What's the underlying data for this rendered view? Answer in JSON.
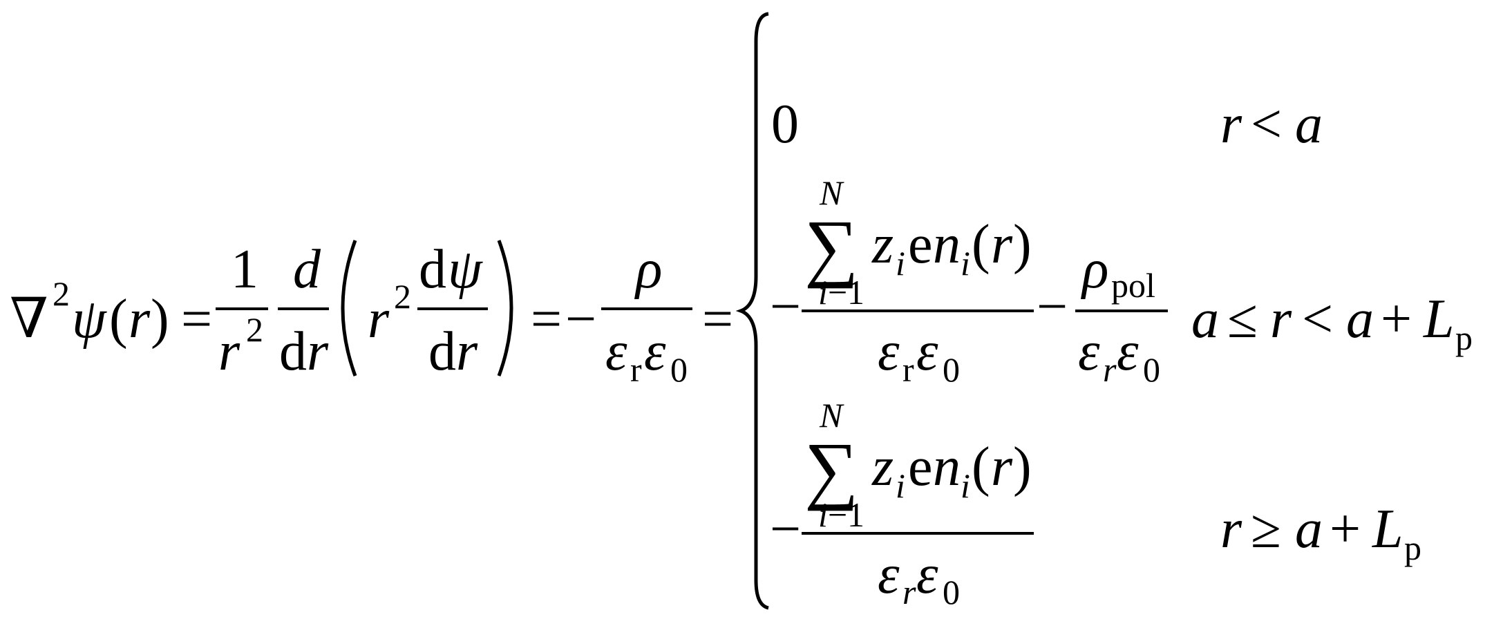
{
  "equation": {
    "lhs": {
      "nabla": "∇",
      "nabla_exp": "2",
      "psi": "ψ",
      "open_paren": "(",
      "var_r": "r",
      "close_paren": ")"
    },
    "equals": "=",
    "frac1": {
      "numerator": "1",
      "denominator_var": "r",
      "denominator_exp": "2"
    },
    "frac2": {
      "numerator": "d",
      "denominator_d": "d",
      "denominator_r": "r"
    },
    "big_open_paren": "(",
    "inner": {
      "r": "r",
      "exp": "2",
      "frac_num_d": "d",
      "frac_num_psi": "ψ",
      "frac_den_d": "d",
      "frac_den_r": "r"
    },
    "big_close_paren": ")",
    "minus": "−",
    "frac_rho": {
      "numerator": "ρ",
      "den_eps1": "ε",
      "den_sub1": "r",
      "den_eps2": "ε",
      "den_sub2": "0"
    },
    "brace": "{",
    "cases": [
      {
        "value": "0",
        "condition": {
          "r": "r",
          "op": "<",
          "a": "a"
        }
      },
      {
        "sum": {
          "upper": "N",
          "symbol": "∑",
          "lower_i": "i",
          "lower_minus": "−",
          "lower_1": "1"
        },
        "numerator_rest": {
          "z": "z",
          "z_sub": "i",
          "e": "e",
          "n": "n",
          "n_sub": "i",
          "open": "(",
          "r": "r",
          "close": ")"
        },
        "den_eps1": "ε",
        "den_sub1": "r",
        "den_eps2": "ε",
        "den_sub2": "0",
        "second_term": {
          "rho": "ρ",
          "rho_sub": "pol",
          "den_eps1": "ε",
          "den_sub1": "r",
          "den_eps2": "ε",
          "den_sub2": "0"
        },
        "condition": {
          "a": "a",
          "le": "≤",
          "r": "r",
          "lt": "<",
          "a2": "a",
          "plus": "+",
          "L": "L",
          "L_sub": "p"
        }
      },
      {
        "sum": {
          "upper": "N",
          "symbol": "∑",
          "lower_i": "i",
          "lower_minus": "−",
          "lower_1": "1"
        },
        "numerator_rest": {
          "z": "z",
          "z_sub": "i",
          "e": "e",
          "n": "n",
          "n_sub": "i",
          "open": "(",
          "r": "r",
          "close": ")"
        },
        "den_eps1": "ε",
        "den_sub1": "r",
        "den_eps2": "ε",
        "den_sub2": "0",
        "condition": {
          "r": "r",
          "ge": "≥",
          "a": "a",
          "plus": "+",
          "L": "L",
          "L_sub": "p"
        }
      }
    ]
  }
}
